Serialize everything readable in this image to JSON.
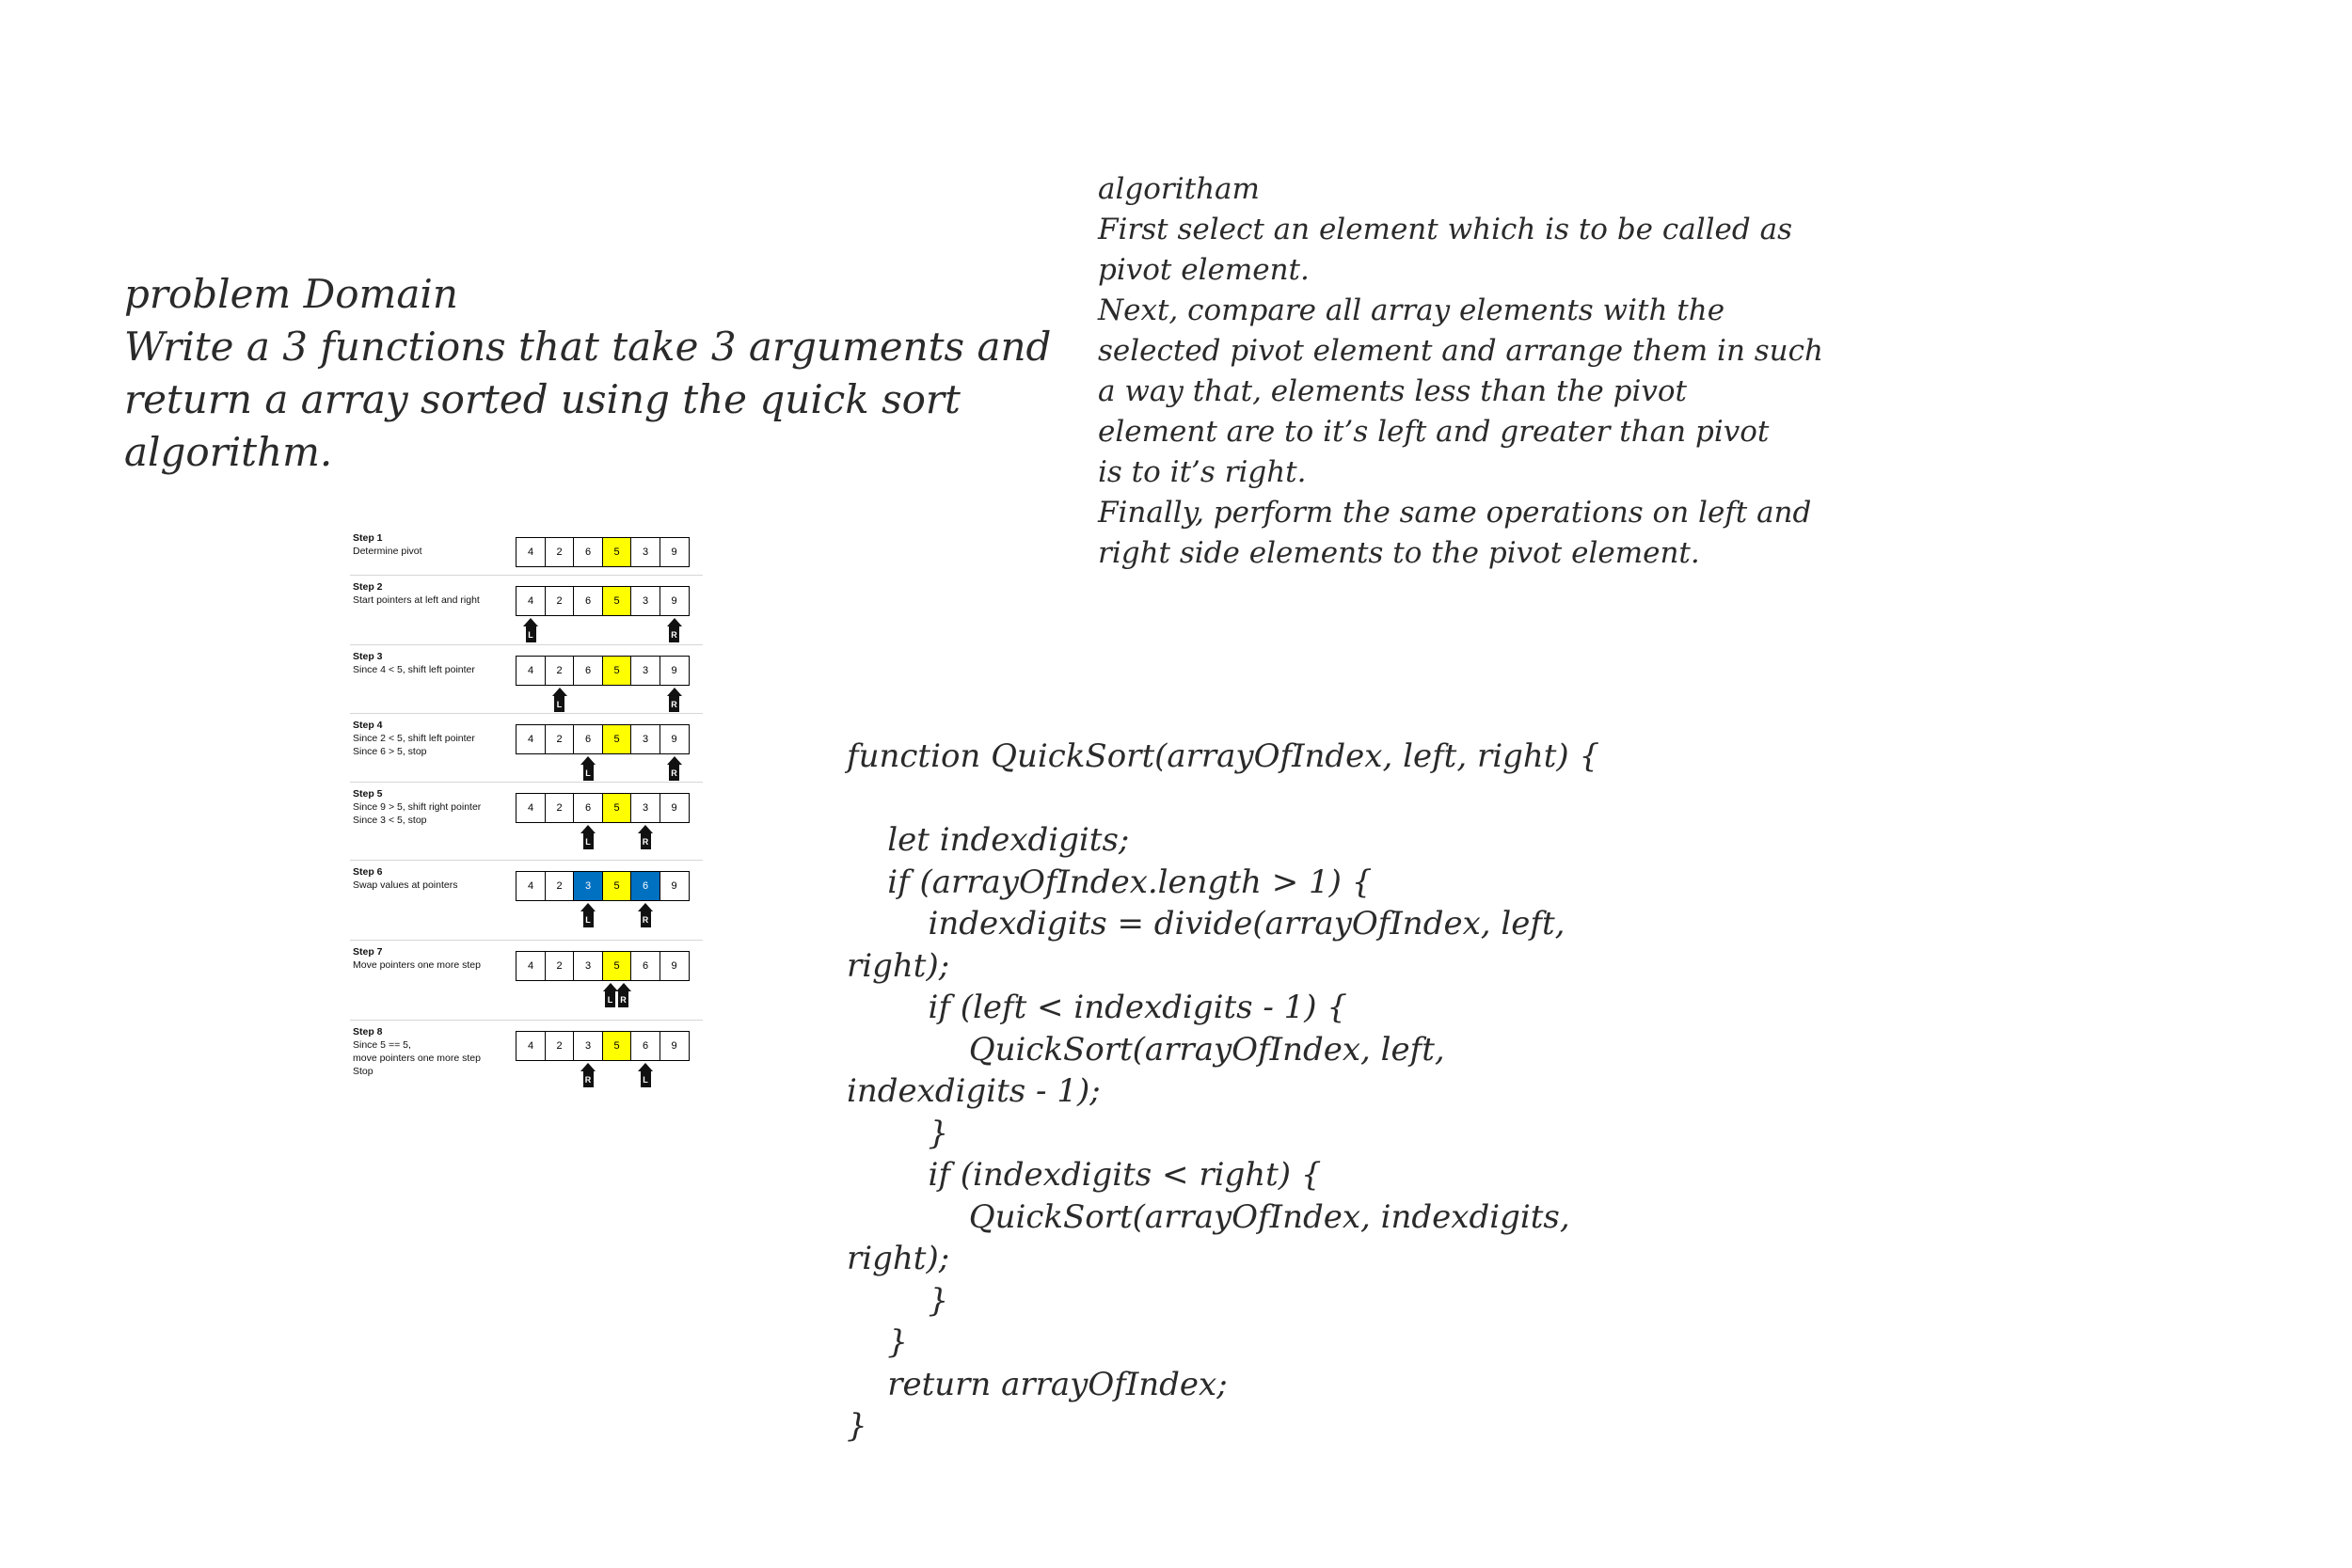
{
  "problem": {
    "lines": [
      "problem Domain",
      "Write a 3 functions that take 3 arguments and",
      "return a array sorted using the quick sort",
      "algorithm."
    ]
  },
  "algorithm": {
    "lines": [
      "algoritham",
      "First select an element which is to be called as",
      "pivot element.",
      "Next, compare all array elements with the",
      "selected pivot element and arrange them in such",
      "a way that, elements less than the pivot",
      "element are to it’s left and greater than pivot",
      "is to it’s right.",
      "Finally, perform the same operations on left and",
      "right side elements to the pivot element."
    ]
  },
  "code": {
    "lines": [
      "function QuickSort(arrayOfIndex, left, right) {",
      "",
      "    let indexdigits;",
      "    if (arrayOfIndex.length > 1) {",
      "        indexdigits = divide(arrayOfIndex, left,",
      "right);",
      "        if (left < indexdigits - 1) {",
      "            QuickSort(arrayOfIndex, left,",
      "indexdigits - 1);",
      "        }",
      "        if (indexdigits < right) {",
      "            QuickSort(arrayOfIndex, indexdigits,",
      "right);",
      "        }",
      "    }",
      "    return arrayOfIndex;",
      "}"
    ]
  },
  "colors": {
    "highlight_yellow": "#ffff00",
    "highlight_blue": "#0070c0",
    "pointer": "#111111"
  },
  "steps": [
    {
      "title": "Step 1",
      "desc": [
        "Determine pivot"
      ],
      "cells": [
        "4",
        "2",
        "6",
        "5",
        "3",
        "9"
      ],
      "fills": [
        "",
        "",
        "",
        "yellow",
        "",
        ""
      ],
      "pointers": []
    },
    {
      "title": "Step 2",
      "desc": [
        "Start pointers at left and right"
      ],
      "cells": [
        "4",
        "2",
        "6",
        "5",
        "3",
        "9"
      ],
      "fills": [
        "",
        "",
        "",
        "yellow",
        "",
        ""
      ],
      "pointers": [
        {
          "label": "L",
          "cell": 0
        },
        {
          "label": "R",
          "cell": 5
        }
      ]
    },
    {
      "title": "Step 3",
      "desc": [
        "Since 4 < 5, shift left pointer"
      ],
      "cells": [
        "4",
        "2",
        "6",
        "5",
        "3",
        "9"
      ],
      "fills": [
        "",
        "",
        "",
        "yellow",
        "",
        ""
      ],
      "pointers": [
        {
          "label": "L",
          "cell": 1
        },
        {
          "label": "R",
          "cell": 5
        }
      ]
    },
    {
      "title": "Step 4",
      "desc": [
        "Since 2 < 5, shift left pointer",
        "Since 6 > 5, stop"
      ],
      "cells": [
        "4",
        "2",
        "6",
        "5",
        "3",
        "9"
      ],
      "fills": [
        "",
        "",
        "",
        "yellow",
        "",
        ""
      ],
      "pointers": [
        {
          "label": "L",
          "cell": 2
        },
        {
          "label": "R",
          "cell": 5
        }
      ]
    },
    {
      "title": "Step 5",
      "desc": [
        "Since 9 > 5, shift right pointer",
        "Since 3 < 5, stop"
      ],
      "cells": [
        "4",
        "2",
        "6",
        "5",
        "3",
        "9"
      ],
      "fills": [
        "",
        "",
        "",
        "yellow",
        "",
        ""
      ],
      "pointers": [
        {
          "label": "L",
          "cell": 2
        },
        {
          "label": "R",
          "cell": 4
        }
      ]
    },
    {
      "title": "Step 6",
      "desc": [
        "Swap values at pointers"
      ],
      "cells": [
        "4",
        "2",
        "3",
        "5",
        "6",
        "9"
      ],
      "fills": [
        "",
        "",
        "blue",
        "yellow",
        "blue",
        ""
      ],
      "pointers": [
        {
          "label": "L",
          "cell": 2
        },
        {
          "label": "R",
          "cell": 4
        }
      ]
    },
    {
      "title": "Step 7",
      "desc": [
        "Move pointers one more step"
      ],
      "cells": [
        "4",
        "2",
        "3",
        "5",
        "6",
        "9"
      ],
      "fills": [
        "",
        "",
        "",
        "yellow",
        "",
        ""
      ],
      "pointers": [
        {
          "label": "L",
          "cell": 3
        },
        {
          "label": "R",
          "cell": 3
        }
      ]
    },
    {
      "title": "Step 8",
      "desc": [
        "Since 5 == 5,",
        "move pointers one more step",
        "Stop"
      ],
      "cells": [
        "4",
        "2",
        "3",
        "5",
        "6",
        "9"
      ],
      "fills": [
        "",
        "",
        "",
        "yellow",
        "",
        ""
      ],
      "pointers": [
        {
          "label": "R",
          "cell": 2
        },
        {
          "label": "L",
          "cell": 4
        }
      ]
    }
  ]
}
